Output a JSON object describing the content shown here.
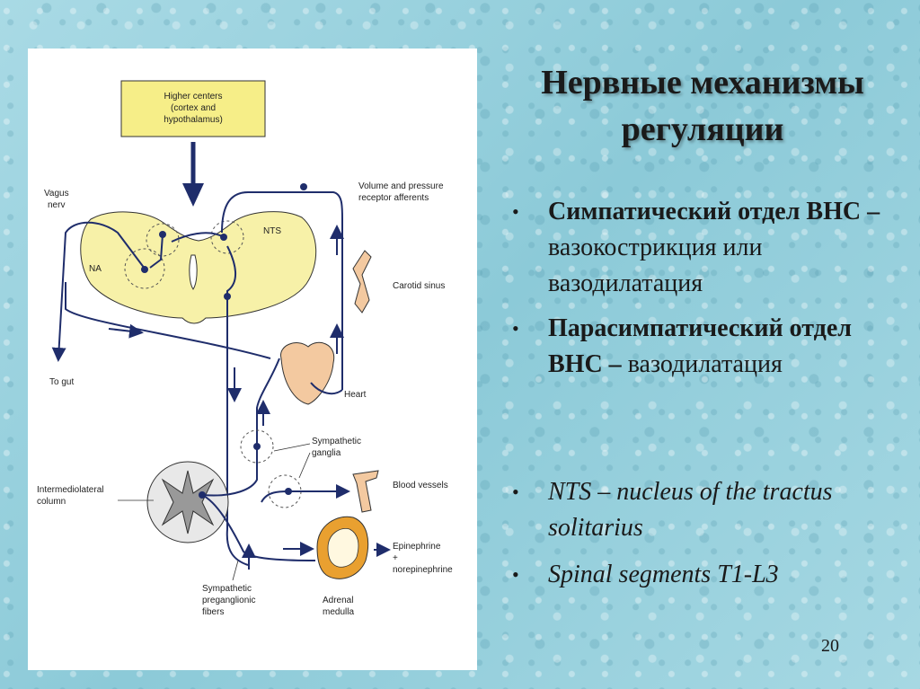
{
  "slide": {
    "title_line1": "Нервные механизмы",
    "title_line2": "регуляции",
    "bullets": [
      {
        "marker": "•",
        "bold": "Симпатический отдел ВНС –",
        "normal": " вазокострикция или вазодилатация"
      },
      {
        "marker": "•",
        "bold": "Парасимпатический отдел ВНС –",
        "normal": " вазодилатация"
      },
      {
        "marker": "•",
        "italic": "NTS – nucleus of the tractus solitarius"
      },
      {
        "marker": "•",
        "italic": "Spinal segments T1-L3"
      }
    ],
    "page_number": "20"
  },
  "diagram": {
    "higher_centers": [
      "Higher centers",
      "(cortex and",
      "hypothalamus)"
    ],
    "vagus": [
      "Vagus",
      "nerv"
    ],
    "na": "NA",
    "nts": "NTS",
    "receptor_afferents": [
      "Volume and pressure",
      "receptor afferents"
    ],
    "carotid_sinus": "Carotid sinus",
    "to_gut": "To gut",
    "heart": "Heart",
    "sympathetic_ganglia": [
      "Sympathetic",
      "ganglia"
    ],
    "intermediolateral": [
      "Intermediolateral",
      "column"
    ],
    "blood_vessels": "Blood vessels",
    "epinephrine": [
      "Epinephrine",
      "+",
      "norepinephrine"
    ],
    "preganglionic": [
      "Sympathetic",
      "preganglionic",
      "fibers"
    ],
    "adrenal": [
      "Adrenal",
      "medulla"
    ],
    "colors": {
      "nerve": "#1f2d6b",
      "box": "#f6ee88",
      "brainstem": "#f7f1a8",
      "adrenal_outer": "#e9a030",
      "tissue": "#f3c9a0"
    }
  }
}
